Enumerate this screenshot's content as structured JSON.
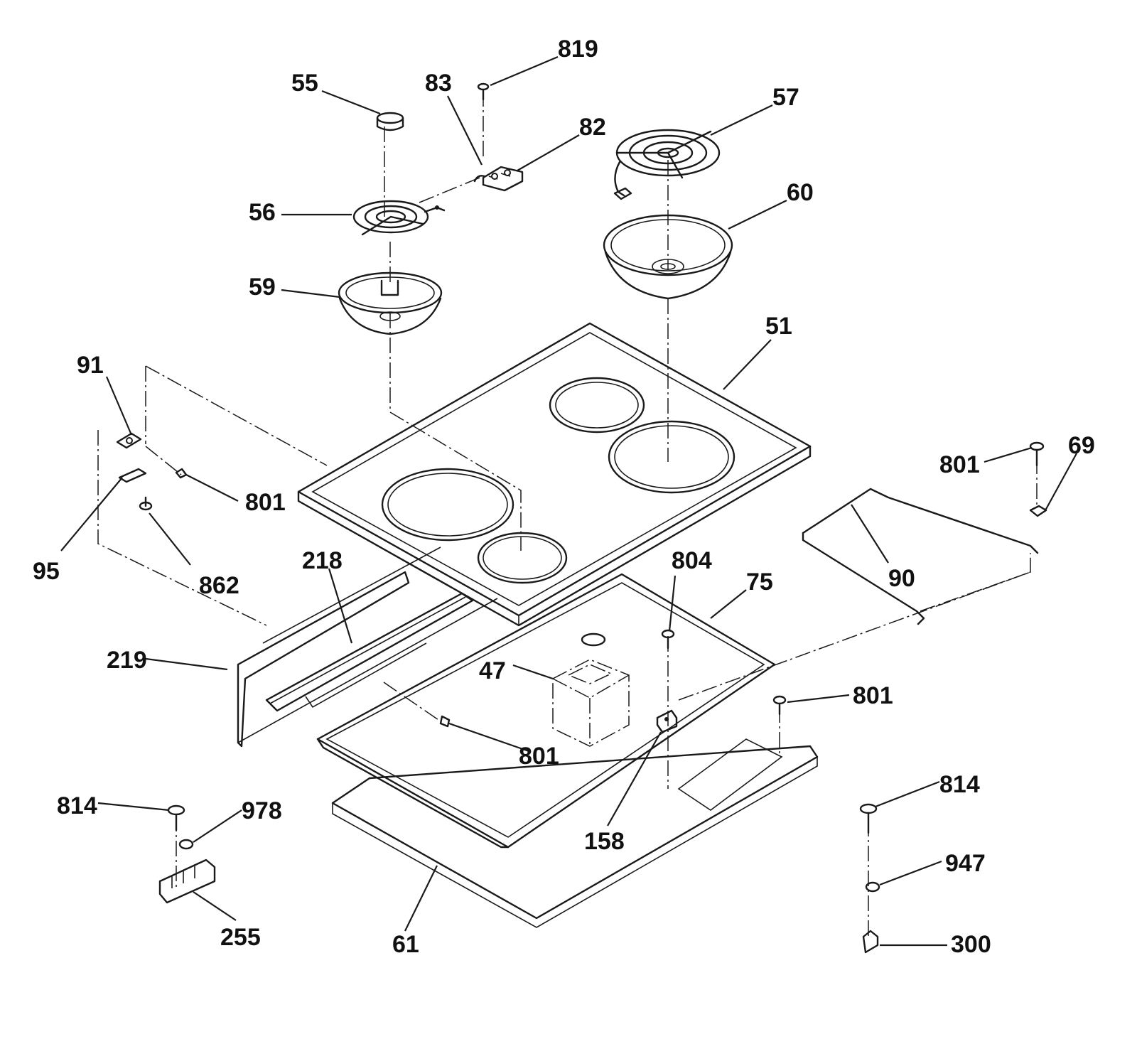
{
  "callouts": [
    {
      "id": "c-819",
      "text": "819"
    },
    {
      "id": "c-55",
      "text": "55"
    },
    {
      "id": "c-83",
      "text": "83"
    },
    {
      "id": "c-82",
      "text": "82"
    },
    {
      "id": "c-57",
      "text": "57"
    },
    {
      "id": "c-56",
      "text": "56"
    },
    {
      "id": "c-60",
      "text": "60"
    },
    {
      "id": "c-59",
      "text": "59"
    },
    {
      "id": "c-51",
      "text": "51"
    },
    {
      "id": "c-91",
      "text": "91"
    },
    {
      "id": "c-801a",
      "text": "801"
    },
    {
      "id": "c-69",
      "text": "69"
    },
    {
      "id": "c-801b",
      "text": "801"
    },
    {
      "id": "c-95",
      "text": "95"
    },
    {
      "id": "c-862",
      "text": "862"
    },
    {
      "id": "c-218",
      "text": "218"
    },
    {
      "id": "c-804",
      "text": "804"
    },
    {
      "id": "c-75",
      "text": "75"
    },
    {
      "id": "c-90",
      "text": "90"
    },
    {
      "id": "c-219",
      "text": "219"
    },
    {
      "id": "c-47",
      "text": "47"
    },
    {
      "id": "c-801c",
      "text": "801"
    },
    {
      "id": "c-801d",
      "text": "801"
    },
    {
      "id": "c-814a",
      "text": "814"
    },
    {
      "id": "c-978",
      "text": "978"
    },
    {
      "id": "c-158",
      "text": "158"
    },
    {
      "id": "c-814b",
      "text": "814"
    },
    {
      "id": "c-947",
      "text": "947"
    },
    {
      "id": "c-255",
      "text": "255"
    },
    {
      "id": "c-61",
      "text": "61"
    },
    {
      "id": "c-300",
      "text": "300"
    }
  ]
}
